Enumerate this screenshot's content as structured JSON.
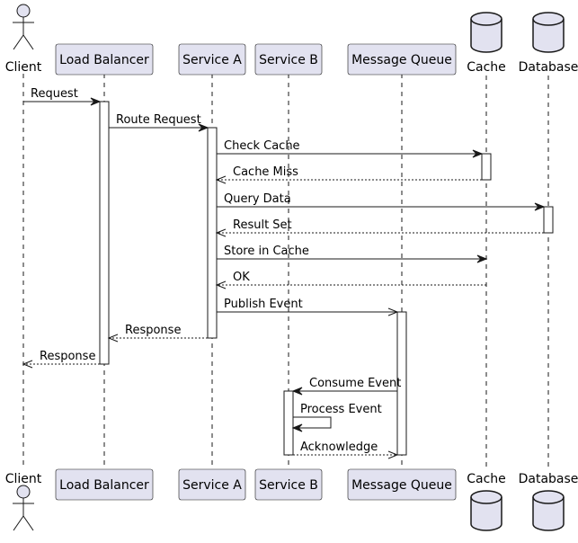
{
  "participants": [
    {
      "id": "client",
      "label": "Client",
      "kind": "actor"
    },
    {
      "id": "lb",
      "label": "Load Balancer",
      "kind": "box"
    },
    {
      "id": "svcA",
      "label": "Service A",
      "kind": "box"
    },
    {
      "id": "svcB",
      "label": "Service B",
      "kind": "box"
    },
    {
      "id": "mq",
      "label": "Message Queue",
      "kind": "box"
    },
    {
      "id": "cache",
      "label": "Cache",
      "kind": "database"
    },
    {
      "id": "db",
      "label": "Database",
      "kind": "database"
    }
  ],
  "messages": [
    {
      "from": "client",
      "to": "lb",
      "label": "Request",
      "style": "solid",
      "head": "filled"
    },
    {
      "from": "lb",
      "to": "svcA",
      "label": "Route Request",
      "style": "solid",
      "head": "filled"
    },
    {
      "from": "svcA",
      "to": "cache",
      "label": "Check Cache",
      "style": "solid",
      "head": "filled"
    },
    {
      "from": "cache",
      "to": "svcA",
      "label": "Cache Miss",
      "style": "dashed",
      "head": "open"
    },
    {
      "from": "svcA",
      "to": "db",
      "label": "Query Data",
      "style": "solid",
      "head": "filled"
    },
    {
      "from": "db",
      "to": "svcA",
      "label": "Result Set",
      "style": "dashed",
      "head": "open"
    },
    {
      "from": "svcA",
      "to": "cache",
      "label": "Store in Cache",
      "style": "solid",
      "head": "filled"
    },
    {
      "from": "cache",
      "to": "svcA",
      "label": "OK",
      "style": "dashed",
      "head": "open"
    },
    {
      "from": "svcA",
      "to": "mq",
      "label": "Publish Event",
      "style": "solid",
      "head": "async"
    },
    {
      "from": "svcA",
      "to": "lb",
      "label": "Response",
      "style": "dashed",
      "head": "open"
    },
    {
      "from": "lb",
      "to": "client",
      "label": "Response",
      "style": "dashed",
      "head": "open"
    },
    {
      "from": "mq",
      "to": "svcB",
      "label": "Consume Event",
      "style": "solid",
      "head": "filled"
    },
    {
      "from": "svcB",
      "to": "svcB",
      "label": "Process Event",
      "style": "solid",
      "head": "filled"
    },
    {
      "from": "svcB",
      "to": "mq",
      "label": "Acknowledge",
      "style": "dashed",
      "head": "open"
    }
  ],
  "colors": {
    "participant_fill": "#e2e2f0",
    "participant_border": "#181818",
    "lifeline": "#181818",
    "activation_fill": "#ffffff",
    "arrow": "#181818"
  }
}
